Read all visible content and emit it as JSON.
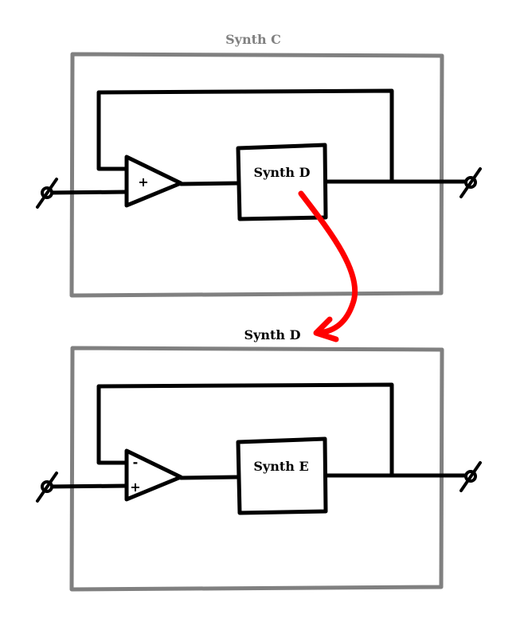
{
  "diagrams": [
    {
      "outer_label": "Synth C",
      "outer_label_color": "#808080",
      "inner_block_label": "Synth D",
      "amp_signs": [
        "+"
      ]
    },
    {
      "outer_label": "Synth D",
      "outer_label_color": "#000000",
      "inner_block_label": "Synth E",
      "amp_signs": [
        "-",
        "+"
      ]
    }
  ],
  "colors": {
    "frame": "#808080",
    "wire": "#000000",
    "arrow": "#ff0000"
  }
}
